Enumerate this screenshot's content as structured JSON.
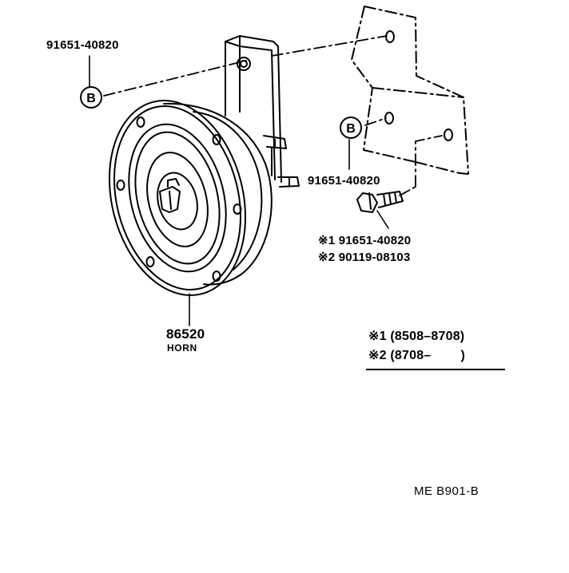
{
  "parts": {
    "bolt_b_upper": "91651-40820",
    "bolt_b_lower": "91651-40820",
    "circle_b_label": "B",
    "bolt_side_1": "91651-40820",
    "bolt_side_2": "90119-08103",
    "horn_number": "86520",
    "horn_name": "HORN"
  },
  "marks": {
    "mark_symbol": "※",
    "mark_1": "1",
    "mark_2": "2"
  },
  "legend": {
    "range_1": "(8508–8708)",
    "range_2": "(8708–        )"
  },
  "reference": "ME  B901-B"
}
